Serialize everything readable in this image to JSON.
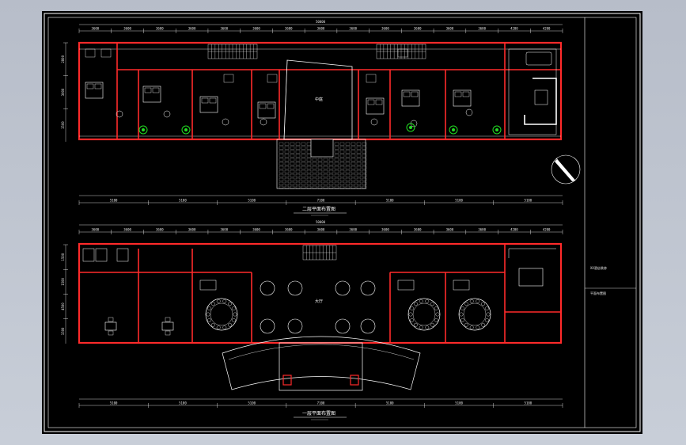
{
  "drawing": {
    "colors": {
      "wall": "#ff2a2a",
      "line": "#ffffff",
      "furniture": "#ffffff",
      "background": "#000000",
      "plant": "#22dd22"
    },
    "plan1": {
      "total_dim": "50000",
      "top_dims": [
        "3600",
        "3600",
        "3600",
        "3600",
        "3600",
        "3600",
        "3600",
        "3600",
        "3600",
        "3600",
        "3600",
        "3600",
        "3600",
        "4200",
        "4200"
      ],
      "bottom_dims": [
        "5100",
        "5100",
        "5100",
        "7100",
        "5100",
        "5100",
        "5100"
      ],
      "left_dims": [
        "2800",
        "3000",
        "1500"
      ],
      "center_label": "中庭",
      "caption": "二层平面布置图"
    },
    "plan2": {
      "total_dim": "50000",
      "top_dims": [
        "3600",
        "3600",
        "3600",
        "3600",
        "3600",
        "3600",
        "3600",
        "3600",
        "3600",
        "3600",
        "3600",
        "3600",
        "3600",
        "4200",
        "4200"
      ],
      "bottom_dims": [
        "5100",
        "5100",
        "5100",
        "7100",
        "5100",
        "5100",
        "5100"
      ],
      "left_dims": [
        "1500",
        "1500",
        "4500",
        "1500"
      ],
      "hall_label": "大厅",
      "caption": "一层平面布置图"
    },
    "side_panel": {
      "line1": "XX酒店装修",
      "line2": "平面布置图"
    }
  }
}
